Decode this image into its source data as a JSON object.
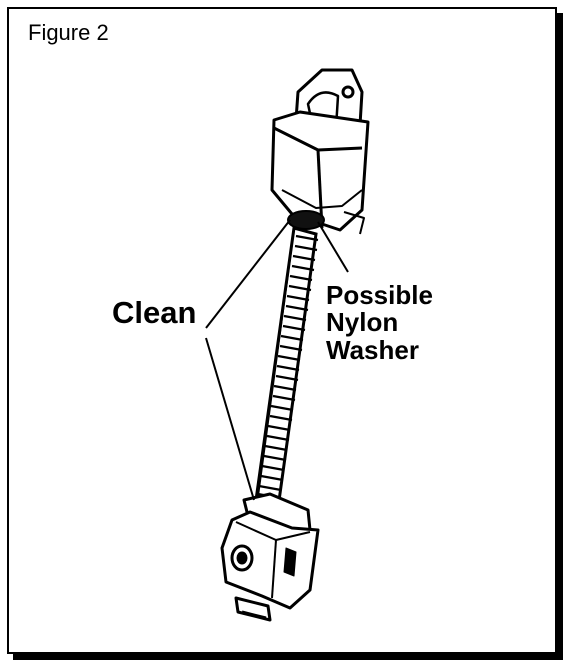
{
  "figure": {
    "title": "Figure 2"
  },
  "labels": {
    "clean": "Clean",
    "washer_line1": "Possible",
    "washer_line2": "Nylon",
    "washer_line3": "Washer"
  },
  "colors": {
    "ink": "#000000",
    "paper": "#ffffff"
  }
}
